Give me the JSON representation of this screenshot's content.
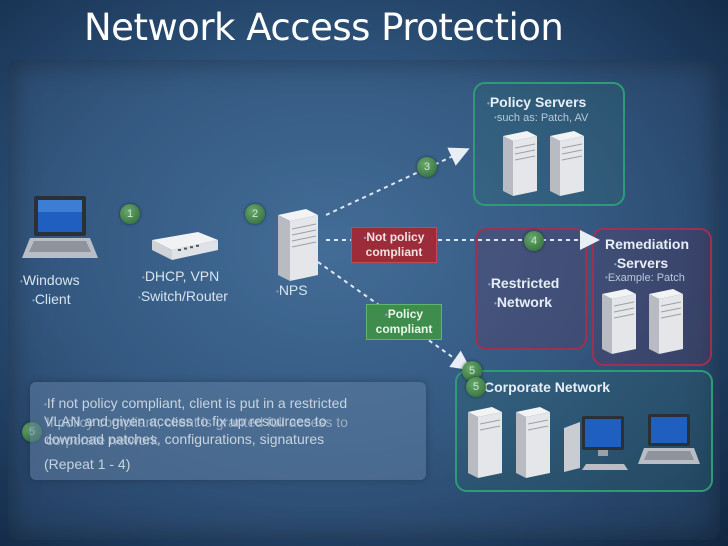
{
  "slide": {
    "title": "Network Access Protection"
  },
  "nodes": {
    "windows_client": {
      "line1": "Windows",
      "line2": "Client"
    },
    "switch_router": {
      "line1": "DHCP, VPN",
      "line2": "Switch/Router"
    },
    "nps": {
      "label": "NPS"
    },
    "policy_servers": {
      "title": "Policy Servers",
      "subtitle": "such as: Patch, AV"
    },
    "restricted_network": {
      "line1": "Restricted",
      "line2": "Network"
    },
    "remediation_servers": {
      "line1": "Remediation",
      "line2": "Servers",
      "subtitle": "Example: Patch"
    },
    "corporate_network": {
      "title": "Corporate Network"
    }
  },
  "badges": {
    "not_compliant": {
      "line1": "Not policy",
      "line2": "compliant"
    },
    "compliant": {
      "line1": "Policy",
      "line2": "compliant"
    }
  },
  "steps": [
    "1",
    "2",
    "3",
    "4",
    "5",
    "5",
    "5"
  ],
  "info": {
    "line1": "If not policy compliant, client is put in a restricted",
    "line2": "VLAN and given access to fix up resources to",
    "line3": "download patches, configurations, signatures",
    "line4": "(Repeat 1 - 4)",
    "overlay_line2": "If policy compliant, client is granted full access to",
    "overlay_line3": "corporate network"
  },
  "colors": {
    "background": "#2d5279",
    "step_badge": "#3d7a45",
    "not_compliant": "#9d2c3a",
    "compliant": "#3f8d4c",
    "zone_green": "#2f9a78",
    "zone_red": "#a0304f"
  }
}
